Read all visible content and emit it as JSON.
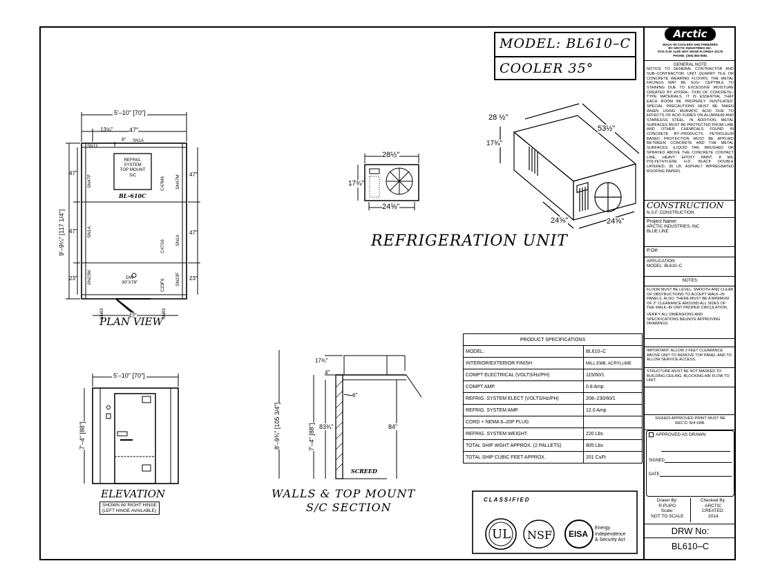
{
  "header": {
    "model": "MODEL:  BL610–C",
    "type": "COOLER  35°"
  },
  "brand": {
    "logo": "Arctic",
    "company_lines": [
      "WALK–IN COOLERS AND FREEZERS",
      "BY ARCTIC INDUSTRIES INC.",
      "9731 N.W. 114th WAY MIAMI FLORIDA 33178",
      "PHONE: (305) 883-5581"
    ]
  },
  "general_note": {
    "title": "GENERAL NOTE",
    "text": "NOTICE TO GENERAL CONTRACTOR AND SUB–CONTRACTOR. UNIT QUARRY TILE OR CONCRETE WEARING FLOORS. THE METAL FACINGS MAY BE SUS– CEPTIBLE TO STAINING DUE TO EXCESSIVE MOISTURE CREATED BY HYDRA– TION OF CONCRETE–TYPE MATERIALS. IT IS ESSENTIAL THAT EACH ROOM BE PROPERLY VENTILATED. SPECIAL PRECAUTIONS MUST BE TAKEN WHEN USING MURIATIC ACID DUE TO EFFECTS OF ACID FUMES ON ALUMINUM AND STAINLESS STEEL. IN ADDITION, METAL SURFACES MUST BE PROTECTED FROM LIME AND OTHER CHEMICALS FOUND IN CONCRETE BY–PRODUCTS. PETROLEUM BASED PROTECTION MUST BE APPLIED BETWEEN CONCRETE AND THE METAL SURFACES. (LIQUID TAR, BRUSHED OR SPRAYED ABOVE THE CONCRETE CONTACT LINE, HEAVY EPOXY PAINT, 8 MIL POLYETHYLENE H.D. BLACK DOUBLE LAYERED, 30 LB. ASPHALT IMPREGNATED ROOFING PAPER)."
  },
  "construction": {
    "title": "CONSTRUCTION",
    "sub": "N.S.F. CONSTRUCTION"
  },
  "project": {
    "label": "Project Name:",
    "lines": [
      "ARCTIC INDUSTRIES, INC",
      "BLUE LINE"
    ]
  },
  "po": "P.O#:",
  "application": {
    "label": "APPLICATION:",
    "value": "MODEL: BL610–C"
  },
  "notes": {
    "title": "NOTES:",
    "p1": "FLOOR MUST BE LEVEL, SMOOTH AND CLEAR OF OBSTRUCTIONS TO ACCEPT WALK–IN PANELS. ALSO, THERE MUST BE A MINIMUM OF 2\" CLEARANCE AROUND ALL SIDES OF THE WALK–IN UNIT PROPER CIRCULATION.",
    "p2": "VERIFY ALL DIMENSIONS AND SPECIFICATIONS BEUNITE APPROVING DRAWINGS",
    "p3": "IMPORTANT: ALLOW 2 FEET CLEARANCE ABOVE UNIT TO REMOVE TOP PANEL AND TO ALLOW SERVICE ACCESS.",
    "p4": "STRUCTURE MUST BE NOT MASKED TO BUILDING CEILING, BLOCKING AIR FLOW TO UNIT.",
    "p5": "SIGNED APPROVED PRINT MUST BE REC'D. B/4 FAB."
  },
  "approval": {
    "checkbox_label": "APPROVED AS DRAWN",
    "signed": "SIGNED",
    "date": "DATE"
  },
  "drawn": {
    "drawn_by_label": "Drawn By:",
    "drawn_by": "R.PUPO",
    "checked_label": "Checked By:",
    "checked_by": "ARCTIC",
    "scale_label": "Scale:",
    "scale": "NOT TO SCALE",
    "created_label": "CREATED:",
    "created": "2014"
  },
  "drw": {
    "label": "DRW  No:",
    "number": "BL610–C"
  },
  "spec_table": {
    "title": "PRODUCT SPECIFICATIONS",
    "rows": [
      [
        "MODEL:",
        "BL610–C"
      ],
      [
        "INTERIOR/EXTERIOR FINISH",
        "MILL EMB. ACRYLUME"
      ],
      [
        "COMPT ELECTRICAL (VOLTS/Hz/PH)",
        "115/60/1"
      ],
      [
        "COMPT AMP.",
        "0.8 Amp"
      ],
      [
        "REFRIG. SYSTEM ELECT (VOLTS/Hz/PH)",
        "208–230/60/1"
      ],
      [
        "REFRIG. SYSTEM AMP.",
        "12.0 Amp"
      ],
      [
        "CORD + NEMA 6–20P PLUG",
        ""
      ],
      [
        "REFRIG. SYSTEM WEIGHT.",
        "220 Lbs"
      ],
      [
        "TOTAL SHIP WGHT APPROX. (2 PALLETS)",
        "805 Lbs"
      ],
      [
        "TOTAL SHIP CUBIC FEET APPROX.",
        "201 CuFt"
      ]
    ]
  },
  "titles": {
    "refrig": "REFRIGERATION  UNIT",
    "plan": "PLAN VIEW",
    "elevation": "ELEVATION",
    "elevation_note": [
      "SHOWN W/ RIGHT HINGE",
      "(LEFT HINGE AVAILABLE)"
    ],
    "walls1": "WALLS & TOP MOUNT",
    "walls2": "S/C SECTION"
  },
  "plan_dims": {
    "width": "5'–10\" [70\"]",
    "left_off": "13⅝\"",
    "top_47": "47\"",
    "top_6": "6\"",
    "height": "9'–9¼\" [117 1/4\"]",
    "d47a": "47\"",
    "d47b": "47\"",
    "d23": "23\"",
    "r47a": "47\"",
    "r47b": "47\"",
    "r23": "23\"",
    "bot47": "47\"",
    "box": [
      "REFRIG.",
      "SYSTEM",
      "TOP MOUNT",
      "S/C"
    ],
    "model": "BL–610C",
    "dw": "DW",
    "dw_size": "30\"X78\"",
    "panels": [
      "SN13",
      "SN1A",
      "SN47F",
      "SN1A",
      "SN23M",
      "SN83",
      "C47M6",
      "SN47M",
      "C47S6",
      "SN1A",
      "C23F6",
      "SN23F",
      "SN83"
    ]
  },
  "refrig_dims": {
    "w": "28½\"",
    "h": "17¾\"",
    "d": "24⅝\"",
    "iso_h": "17¾\"",
    "iso_w1": "28 ½\"",
    "iso_l": "53½\"",
    "iso_b1": "24⅝\"",
    "iso_b2": "24⅝\""
  },
  "elev_dims": {
    "width": "5'–10\" [70\"]",
    "height": "7'–4\" [88\"]"
  },
  "section_dims": {
    "top": "17¾\"",
    "gap": "4\"",
    "total": "8'–9¾\" [105 3/4\"]",
    "wall": "7'–4\" [88\"]",
    "inner": "83¾\"",
    "clear": "84\"",
    "off": "6\"",
    "screed": "SCREED"
  },
  "certs": {
    "ul_text": "CLASSIFIED",
    "ul": "UL",
    "nsf": "NSF",
    "eisa": "EISA",
    "eisa_desc": [
      "Energy",
      "Independence",
      "& Security Act"
    ]
  }
}
